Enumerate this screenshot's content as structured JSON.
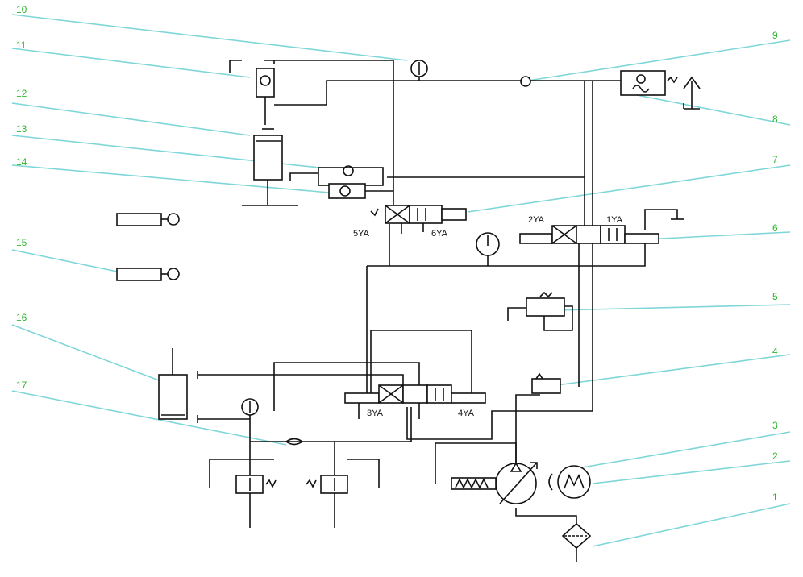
{
  "colors": {
    "number": "#2fb52f",
    "leader": "#7fd6d8",
    "line": "#111111"
  },
  "components": [
    {
      "id": "1",
      "number": "1"
    },
    {
      "id": "2",
      "number": "2"
    },
    {
      "id": "3",
      "number": "3"
    },
    {
      "id": "4",
      "number": "4"
    },
    {
      "id": "5",
      "number": "5"
    },
    {
      "id": "6",
      "number": "6"
    },
    {
      "id": "7",
      "number": "7"
    },
    {
      "id": "8",
      "number": "8"
    },
    {
      "id": "9",
      "number": "9"
    },
    {
      "id": "10",
      "number": "10"
    },
    {
      "id": "11",
      "number": "11"
    },
    {
      "id": "12",
      "number": "12"
    },
    {
      "id": "13",
      "number": "13"
    },
    {
      "id": "14",
      "number": "14"
    },
    {
      "id": "15",
      "number": "15"
    },
    {
      "id": "16",
      "number": "16"
    },
    {
      "id": "17",
      "number": "17"
    }
  ],
  "solenoids": {
    "s1": "1YA",
    "s2": "2YA",
    "s3": "3YA",
    "s4": "4YA",
    "s5": "5YA",
    "s6": "6YA"
  }
}
